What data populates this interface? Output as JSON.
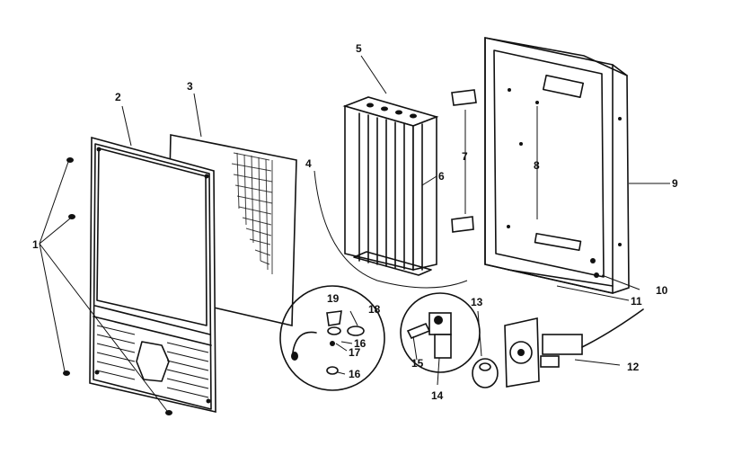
{
  "diagram": {
    "callouts": [
      "1",
      "2",
      "3",
      "4",
      "5",
      "6",
      "7",
      "8",
      "9",
      "10",
      "11",
      "12",
      "13",
      "14",
      "15",
      "16",
      "17",
      "18",
      "19",
      "16"
    ]
  }
}
